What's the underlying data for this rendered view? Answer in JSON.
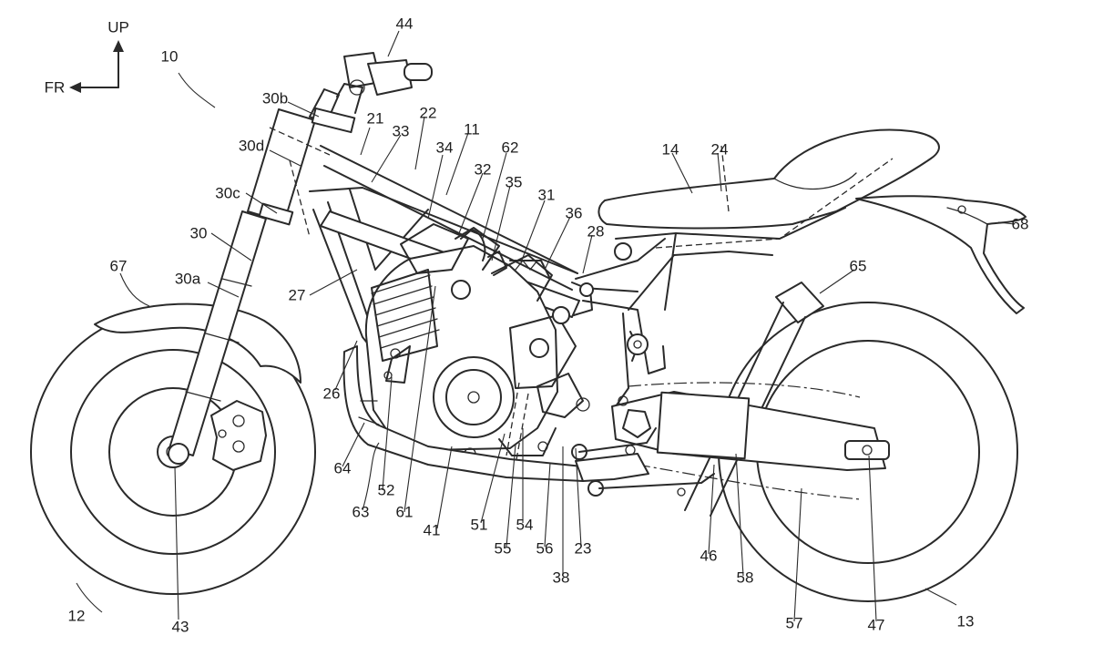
{
  "orientation": {
    "up_label": "UP",
    "front_label": "FR"
  },
  "callouts": [
    {
      "id": "c10",
      "text": "10"
    },
    {
      "id": "c44",
      "text": "44"
    },
    {
      "id": "c30b",
      "text": "30b"
    },
    {
      "id": "c21",
      "text": "21"
    },
    {
      "id": "c22",
      "text": "22"
    },
    {
      "id": "c33",
      "text": "33"
    },
    {
      "id": "c30d",
      "text": "30d"
    },
    {
      "id": "c34",
      "text": "34"
    },
    {
      "id": "c11",
      "text": "11"
    },
    {
      "id": "c62",
      "text": "62"
    },
    {
      "id": "c32",
      "text": "32"
    },
    {
      "id": "c14",
      "text": "14"
    },
    {
      "id": "c24",
      "text": "24"
    },
    {
      "id": "c35",
      "text": "35"
    },
    {
      "id": "c30c",
      "text": "30c"
    },
    {
      "id": "c31",
      "text": "31"
    },
    {
      "id": "c36",
      "text": "36"
    },
    {
      "id": "c30",
      "text": "30"
    },
    {
      "id": "c28",
      "text": "28"
    },
    {
      "id": "c68",
      "text": "68"
    },
    {
      "id": "c67",
      "text": "67"
    },
    {
      "id": "c65",
      "text": "65"
    },
    {
      "id": "c30a",
      "text": "30a"
    },
    {
      "id": "c27",
      "text": "27"
    },
    {
      "id": "c26",
      "text": "26"
    },
    {
      "id": "c64",
      "text": "64"
    },
    {
      "id": "c52",
      "text": "52"
    },
    {
      "id": "c63",
      "text": "63"
    },
    {
      "id": "c61",
      "text": "61"
    },
    {
      "id": "c41",
      "text": "41"
    },
    {
      "id": "c51",
      "text": "51"
    },
    {
      "id": "c54",
      "text": "54"
    },
    {
      "id": "c55",
      "text": "55"
    },
    {
      "id": "c56",
      "text": "56"
    },
    {
      "id": "c23",
      "text": "23"
    },
    {
      "id": "c38",
      "text": "38"
    },
    {
      "id": "c46",
      "text": "46"
    },
    {
      "id": "c58",
      "text": "58"
    },
    {
      "id": "c12",
      "text": "12"
    },
    {
      "id": "c43",
      "text": "43"
    },
    {
      "id": "c57",
      "text": "57"
    },
    {
      "id": "c47",
      "text": "47"
    },
    {
      "id": "c13",
      "text": "13"
    }
  ]
}
